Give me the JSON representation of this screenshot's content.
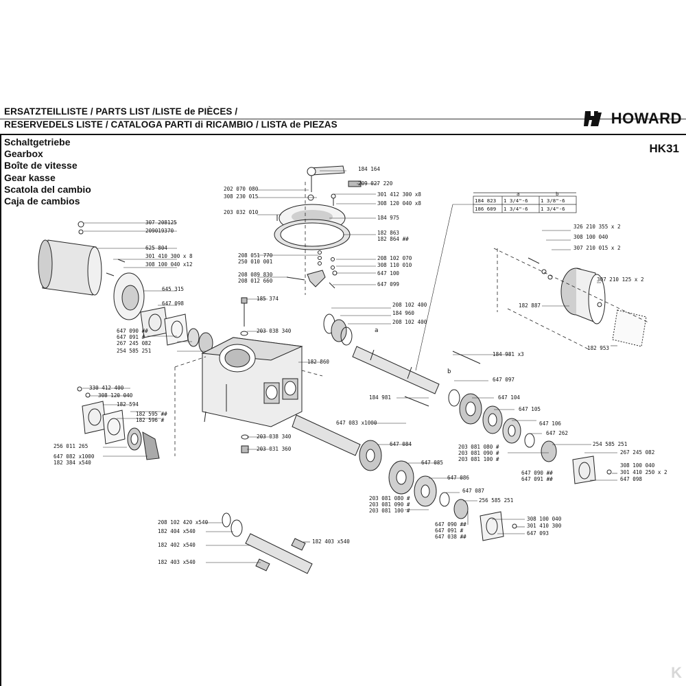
{
  "header": {
    "title_line_1": "ERSATZTEILLISTE / PARTS LIST /LISTE de PIÈCES /",
    "title_line_2": "RESERVEDELS LISTE / CATALOGA PARTI di RICAMBIO / LISTA de PIEZAS",
    "brand": "HOWARD",
    "model": "HK31"
  },
  "assembly_names": [
    "Schaltgetriebe",
    "Gearbox",
    "Boîte de vitesse",
    "Gear kasse",
    "Scatola del cambio",
    "Caja de cambios"
  ],
  "size_table": {
    "headers": [
      "",
      "a",
      "b"
    ],
    "rows": [
      [
        "184 823",
        "1 3/4\"-6",
        "1 3/8\"-6"
      ],
      [
        "186 609",
        "1 3/4\"-6",
        "1 3/4\"-6"
      ]
    ]
  },
  "shaft_markers": [
    "a",
    "b"
  ],
  "part_labels": {
    "top_group": [
      "184 164",
      "209 027 220",
      "202 070 080",
      "308 230 015",
      "301 412 300 x8",
      "308 120 040 x8",
      "203 032 010",
      "184 975",
      "182 863",
      "182 864 ##",
      "208 051 770",
      "250 010 001",
      "208 102 070",
      "308 110 010",
      "208 089 830",
      "208 012 660",
      "647 100",
      "647 099",
      "185 374",
      "203 038 340"
    ],
    "left_group": [
      "307 208125",
      "209019370",
      "625 804",
      "301 410 300 x 8",
      "308 100 040 x12",
      "645 315",
      "647 098",
      "647 090 ##",
      "647 091 #",
      "267 245 082",
      "254 585 251"
    ],
    "housing": [
      "182 860",
      "203 038 340",
      "203 031 360"
    ],
    "pinion_group": [
      "330 412 400",
      "308 120 040",
      "182 594",
      "182 595 ##",
      "182 596 #",
      "256 011 265",
      "647 082 x1000",
      "182 384 x540"
    ],
    "right_cover": [
      "326 210 355 x 2",
      "308 100 040",
      "307 210 015 x 2",
      "307 210 125 x 2",
      "182 887",
      "182 953"
    ],
    "main_shaft": [
      "208 102 400",
      "184 960",
      "208 102 400",
      "184 981 x3",
      "184 981",
      "647 097",
      "647 104",
      "647 105",
      "647 106",
      "647 262",
      "254 585 251",
      "267 245 082",
      "308 100 040",
      "301 410 250 x 2",
      "647 090 ##",
      "647 091 ##",
      "647 098",
      "203 081 080 #",
      "203 081 090 #",
      "203 081 100 #"
    ],
    "lower_shaft": [
      "647 083 x1000",
      "647 084",
      "647 085",
      "647 086",
      "647 087",
      "256 585 251",
      "203 081 080 #",
      "203 081 090 #",
      "203 081 100 #",
      "647 090 ##",
      "647 091 #",
      "647 038 ##",
      "308 100 040",
      "301 410 300",
      "647 093"
    ],
    "output_shaft": [
      "208 102 420 x540",
      "182 404 x540",
      "182 402 x540",
      "182 403 x540",
      "182 403 x540"
    ]
  },
  "watermark": "K"
}
